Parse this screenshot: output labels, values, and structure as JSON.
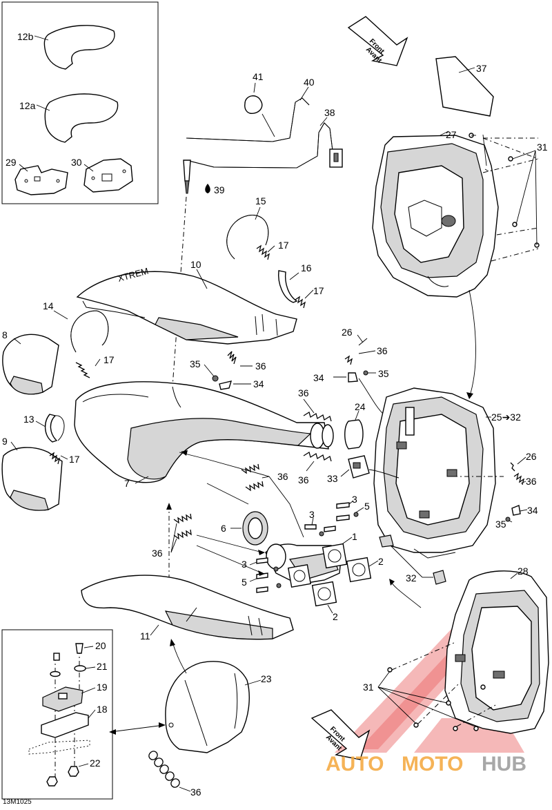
{
  "diagram_code": "13M1025",
  "labels": {
    "p1": "1",
    "p2a": "2",
    "p2b": "2",
    "p3a": "3",
    "p3b": "3",
    "p3c": "3",
    "p5a": "5",
    "p5b": "5",
    "p6": "6",
    "p7": "7",
    "p8": "8",
    "p9": "9",
    "p10": "10",
    "p11": "11",
    "p12a": "12a",
    "p12b": "12b",
    "p13": "13",
    "p14": "14",
    "p15": "15",
    "p16": "16",
    "p17a": "17",
    "p17b": "17",
    "p17c": "17",
    "p17d": "17",
    "p18": "18",
    "p19": "19",
    "p20": "20",
    "p21": "21",
    "p22": "22",
    "p23": "23",
    "p24": "24",
    "p25": "25➔32",
    "p26a": "26",
    "p26b": "26",
    "p27": "27",
    "p28": "28",
    "p29": "29",
    "p30": "30",
    "p31a": "31",
    "p31b": "31",
    "p32": "32",
    "p33": "33",
    "p34a": "34",
    "p34b": "34",
    "p34c": "34",
    "p35a": "35",
    "p35b": "35",
    "p35c": "35",
    "p36a": "36",
    "p36b": "36",
    "p36c": "36",
    "p36d": "36",
    "p36e": "36",
    "p36f": "36",
    "p36g": "36",
    "p36h": "36",
    "p37": "37",
    "p38": "38",
    "p39": "39",
    "p40": "40",
    "p41": "41"
  },
  "direction_arrows": {
    "top": {
      "line1": "Front",
      "line2": "Avant"
    },
    "bottom": {
      "line1": "Front",
      "line2": "Avant"
    }
  },
  "embossed_text": "XTREM",
  "watermark": {
    "auto": "AUTO",
    "moto": "MOTO",
    "hub": "HUB",
    "color_triangle": "#e63b3b",
    "color_text": "#f4a63a",
    "color_hub": "#9a9a9a"
  },
  "icons": {
    "oil_drop": "drop-icon"
  }
}
